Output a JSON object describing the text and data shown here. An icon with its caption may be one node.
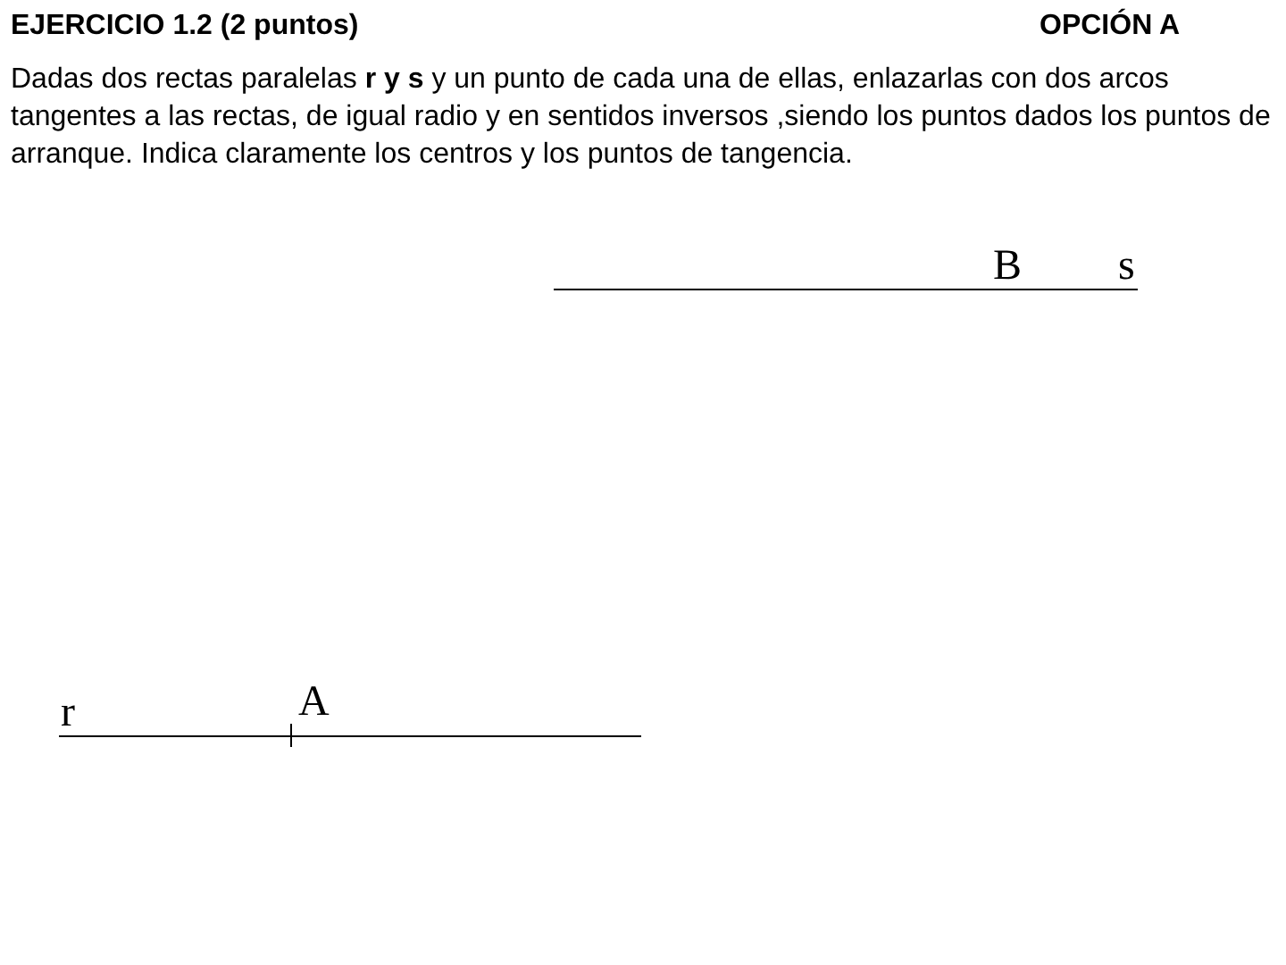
{
  "diagram": {
    "title": "EJERCICIO 1.2 (2 puntos)",
    "labels": [
      "OPCIÓN A",
      "Dadas dos rectas paralelas **r y s** y un punto de cada una de ellas, enlazarlas con dos arcos tangentes a las rectas, de igual radio y en sentidos inversos ,siendo los puntos dados los puntos de arranque. Indica claramente los centros y los puntos de tangencia.",
      "B",
      "s",
      "r",
      "A"
    ]
  }
}
